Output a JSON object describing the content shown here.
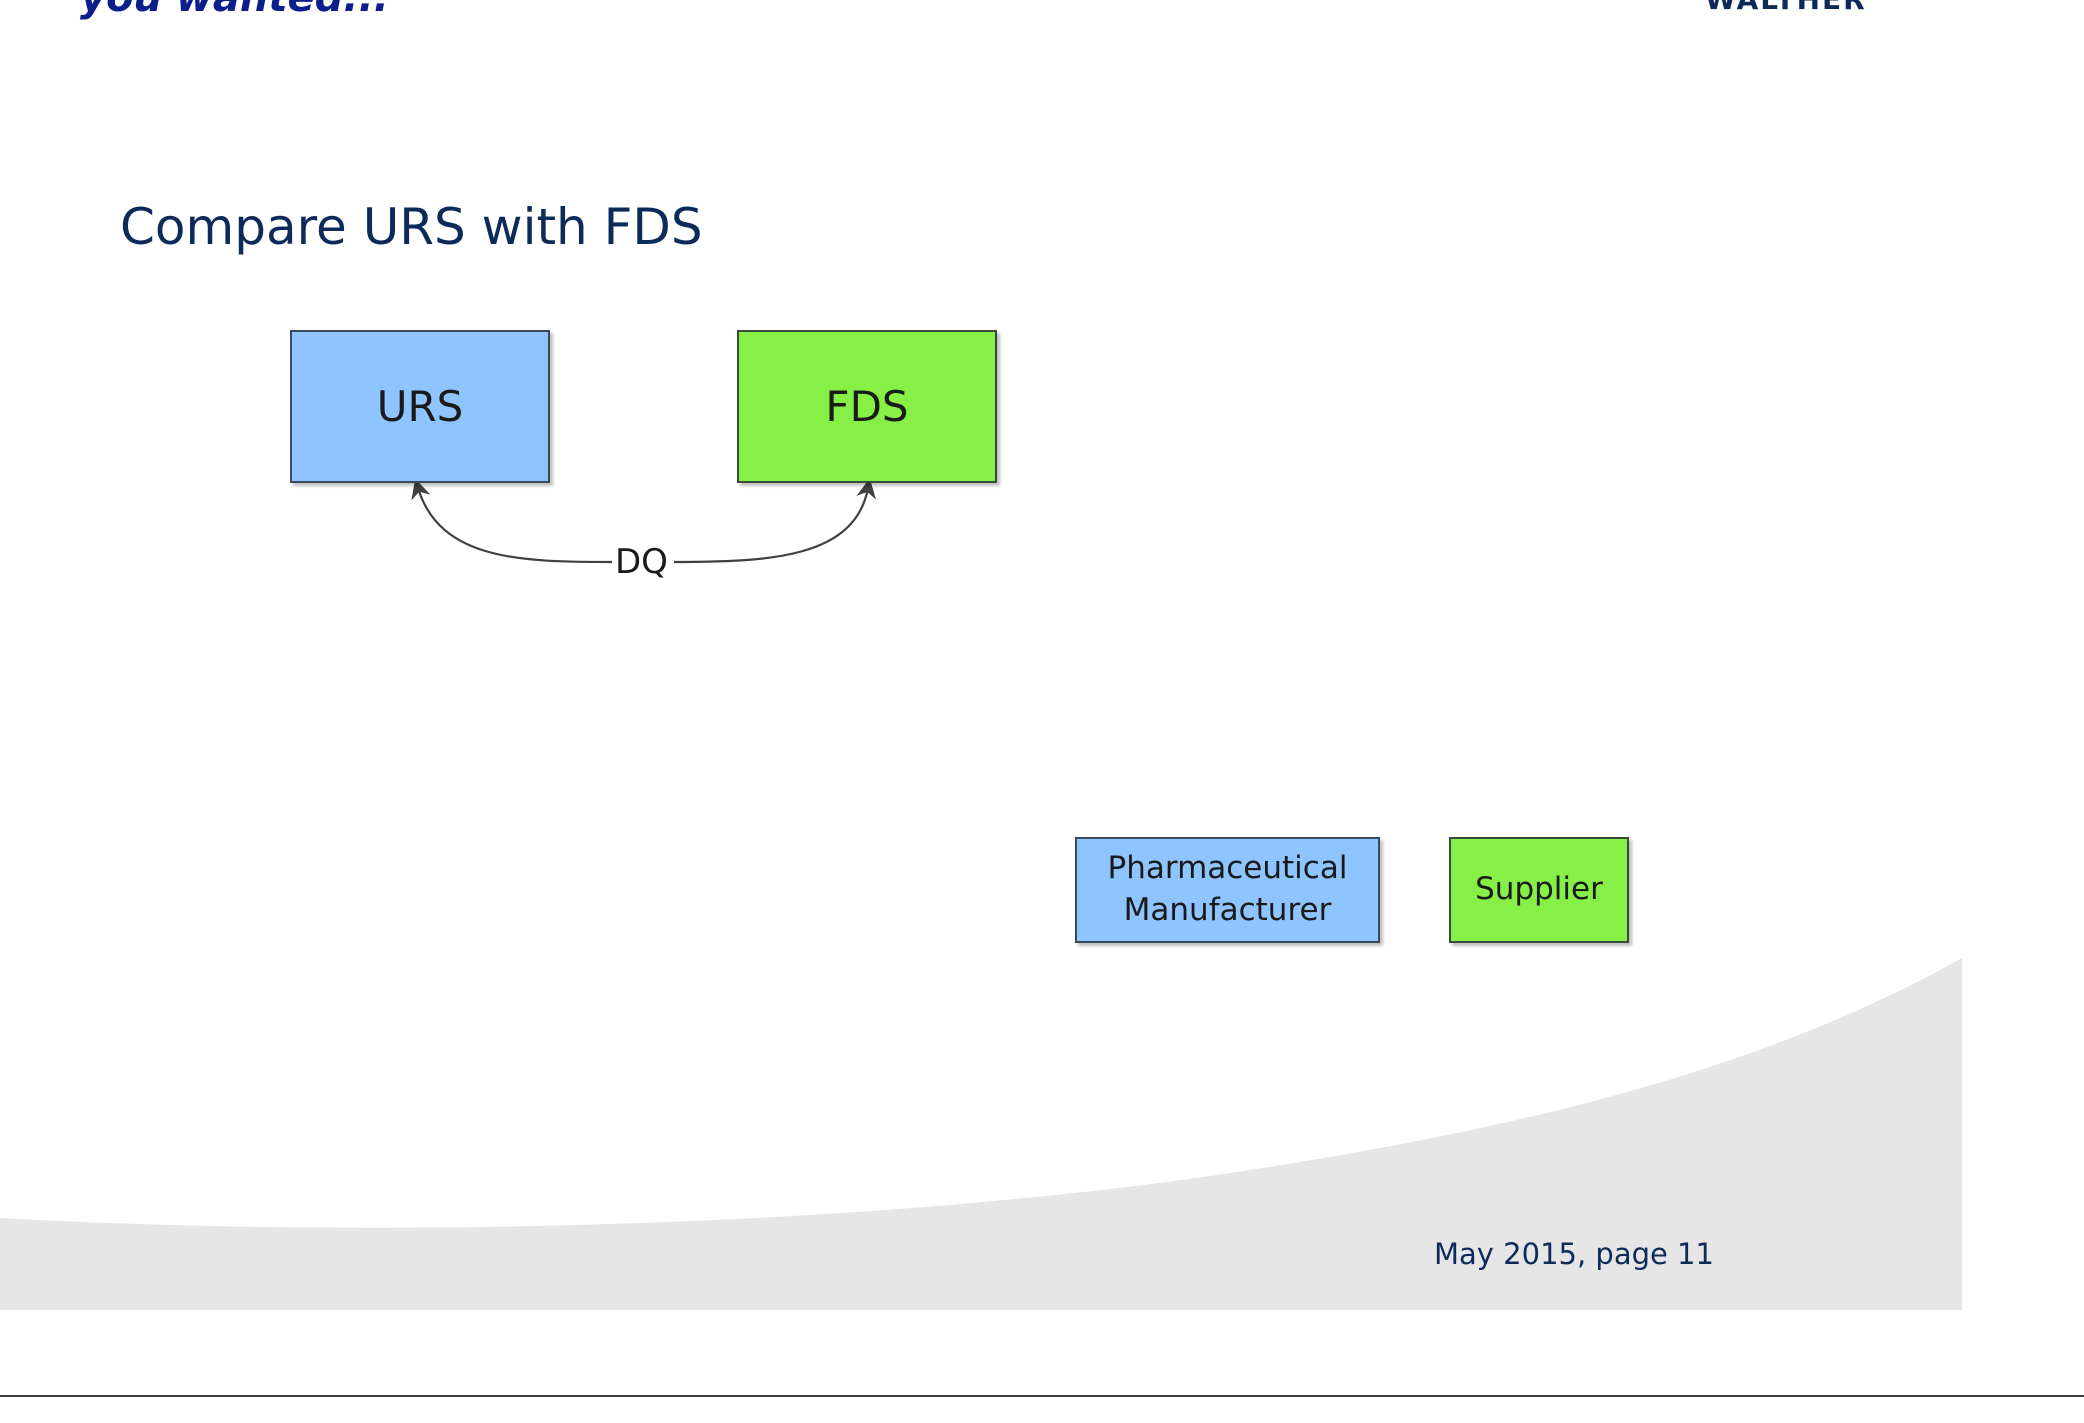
{
  "header": {
    "title": "you wanted...",
    "logo_text": "WALTHER"
  },
  "slide": {
    "heading": "Compare URS with FDS"
  },
  "diagram": {
    "nodes": [
      {
        "id": "urs",
        "label": "URS",
        "fill": "#8ec4ff",
        "border": "#3a4a5a"
      },
      {
        "id": "fds",
        "label": "FDS",
        "fill": "#86f046",
        "border": "#3a4a3a"
      }
    ],
    "edge_label": "DQ",
    "legend": [
      {
        "id": "pharma",
        "label": "Pharmaceutical Manufacturer",
        "fill": "#8ec4ff"
      },
      {
        "id": "supplier",
        "label": "Supplier",
        "fill": "#86f046"
      }
    ]
  },
  "footer": {
    "page_info": "May 2015, page 11"
  },
  "colors": {
    "title_blue": "#0d2b5a",
    "header_blue": "#0a1f8c",
    "text_dark": "#1a1a1a",
    "swoosh_gray": "#e6e6e6",
    "arrow_gray": "#404040"
  }
}
